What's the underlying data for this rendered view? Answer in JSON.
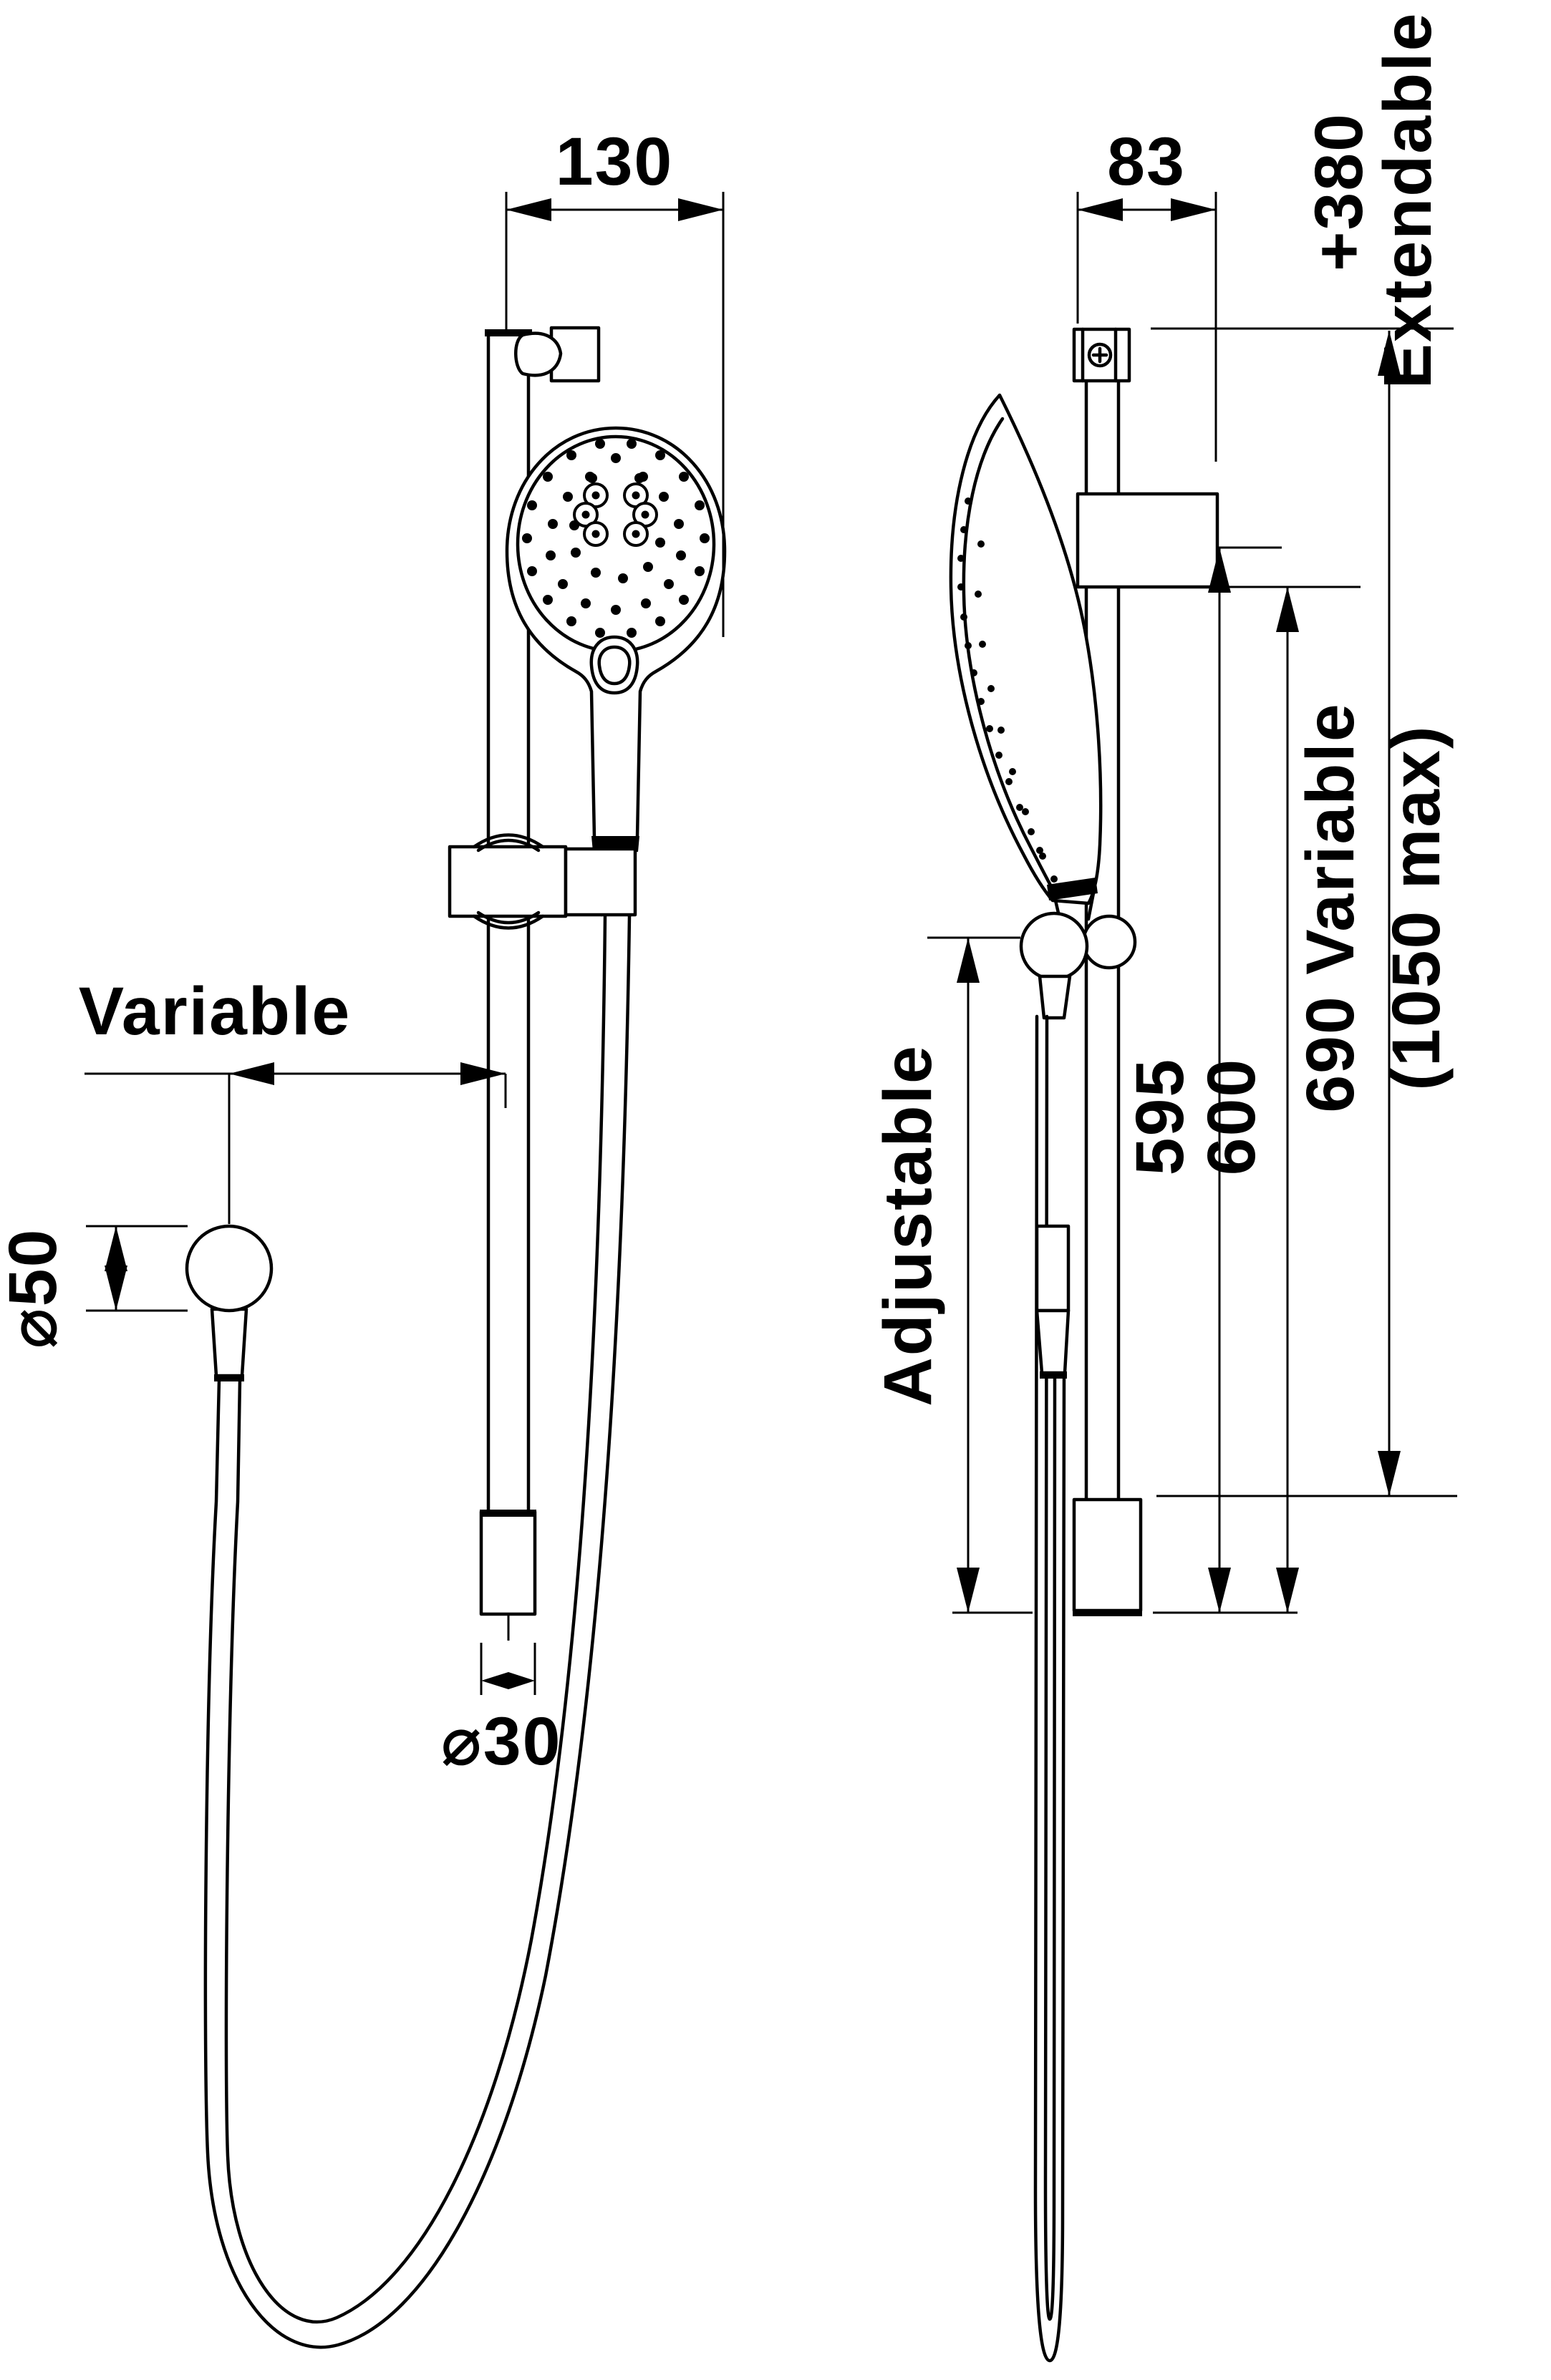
{
  "title": "Rail shower technical line drawing, front and side elevations",
  "colors": {
    "line": "#000000",
    "background": "#ffffff"
  },
  "front_view": {
    "head_width": "130",
    "hose_outlet_offset": "Variable",
    "outlet_diameter": "⌀50",
    "rail_diameter": "⌀30"
  },
  "side_view": {
    "bracket_depth": "83",
    "extension_value": "+380",
    "extension_label": "Extendable",
    "height_595": "595",
    "height_600": "600",
    "rail_height": "690 Variable",
    "rail_height_max": "(1050 max)",
    "holder_range": "Adjustable"
  }
}
